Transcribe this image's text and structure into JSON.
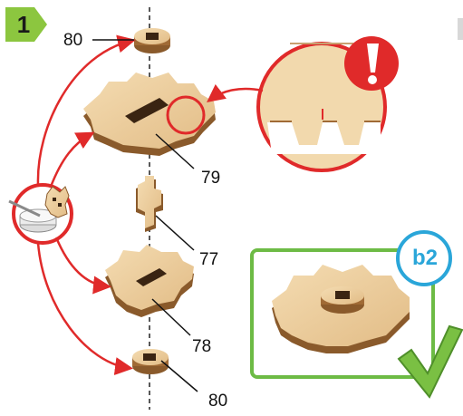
{
  "step": {
    "number": "1"
  },
  "callouts": {
    "top_washer": "80",
    "large_gear": "79",
    "cross_axle": "77",
    "small_gear": "78",
    "bottom_washer": "80"
  },
  "detail_badge": {
    "label": "b2"
  },
  "icons": [
    "warning-exclamation-icon",
    "glue-pot-icon",
    "checkmark-icon"
  ],
  "colors": {
    "accent_red": "#e02a2a",
    "step_green": "#8cc63f",
    "frame_green": "#6dbb45",
    "badge_blue": "#2aa6d9",
    "wood_light": "#f0d3a4",
    "wood_dark": "#8a5a2b"
  }
}
